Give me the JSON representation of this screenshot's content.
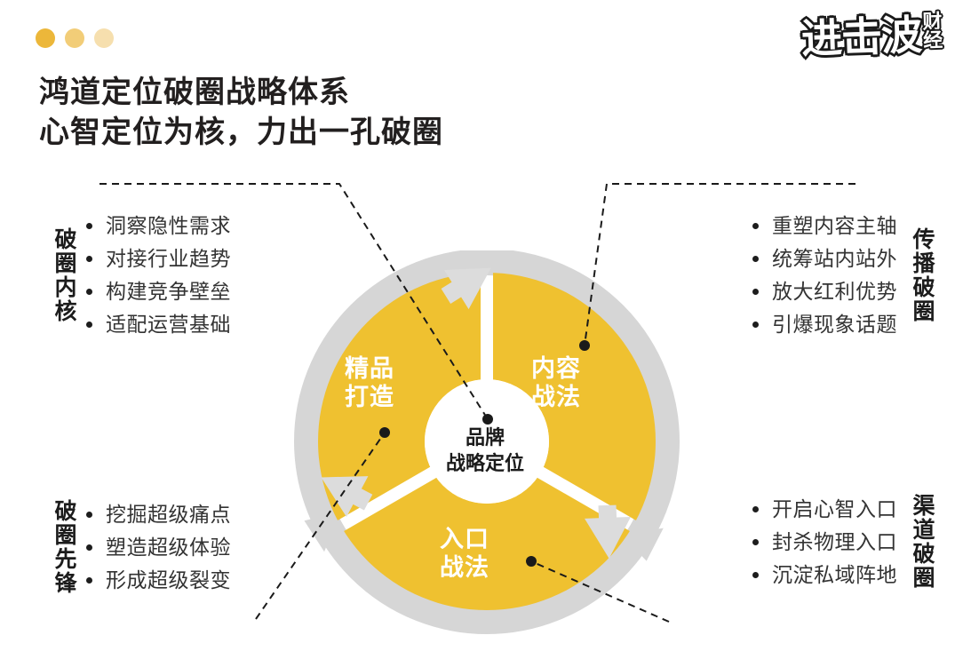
{
  "header": {
    "dots": [
      "gold-dot-1",
      "gold-dot-2",
      "gold-dot-3"
    ],
    "title_line_1": "鸿道定位破圈战略体系",
    "title_line_2": "心智定位为核，力出一孔破圈"
  },
  "logo": {
    "main": "进击波",
    "sub_line_1": "财",
    "sub_line_2": "经"
  },
  "groups": {
    "top_left": {
      "label": "破圈内核",
      "bullets": [
        "洞察隐性需求",
        "对接行业趋势",
        "构建竞争壁垒",
        "适配运营基础"
      ]
    },
    "top_right": {
      "label": "传播破圈",
      "bullets": [
        "重塑内容主轴",
        "统筹站内站外",
        "放大红利优势",
        "引爆现象话题"
      ]
    },
    "bottom_left": {
      "label": "破圈先锋",
      "bullets": [
        "挖掘超级痛点",
        "塑造超级体验",
        "形成超级裂变"
      ]
    },
    "bottom_right": {
      "label": "渠道破圈",
      "bullets": [
        "开启心智入口",
        "封杀物理入口",
        "沉淀私域阵地"
      ]
    }
  },
  "diagram": {
    "center_line_1": "品牌",
    "center_line_2": "战略定位",
    "segments": [
      {
        "id": "left",
        "line_1": "精品",
        "line_2": "打造"
      },
      {
        "id": "right",
        "line_1": "内容",
        "line_2": "战法"
      },
      {
        "id": "bottom",
        "line_1": "入口",
        "line_2": "战法"
      }
    ],
    "arrows": [
      "clockwise-arrow-top",
      "clockwise-arrow-bottom-right",
      "clockwise-arrow-bottom-left"
    ]
  },
  "colors": {
    "yellow": "#EFC130",
    "gray_ring": "#D4D4D4",
    "text_dark": "#231F20",
    "dot_1": "#ECB73A",
    "dot_2": "#F2CD78",
    "dot_3": "#F6DFAE",
    "background": "#FFFFFF"
  }
}
